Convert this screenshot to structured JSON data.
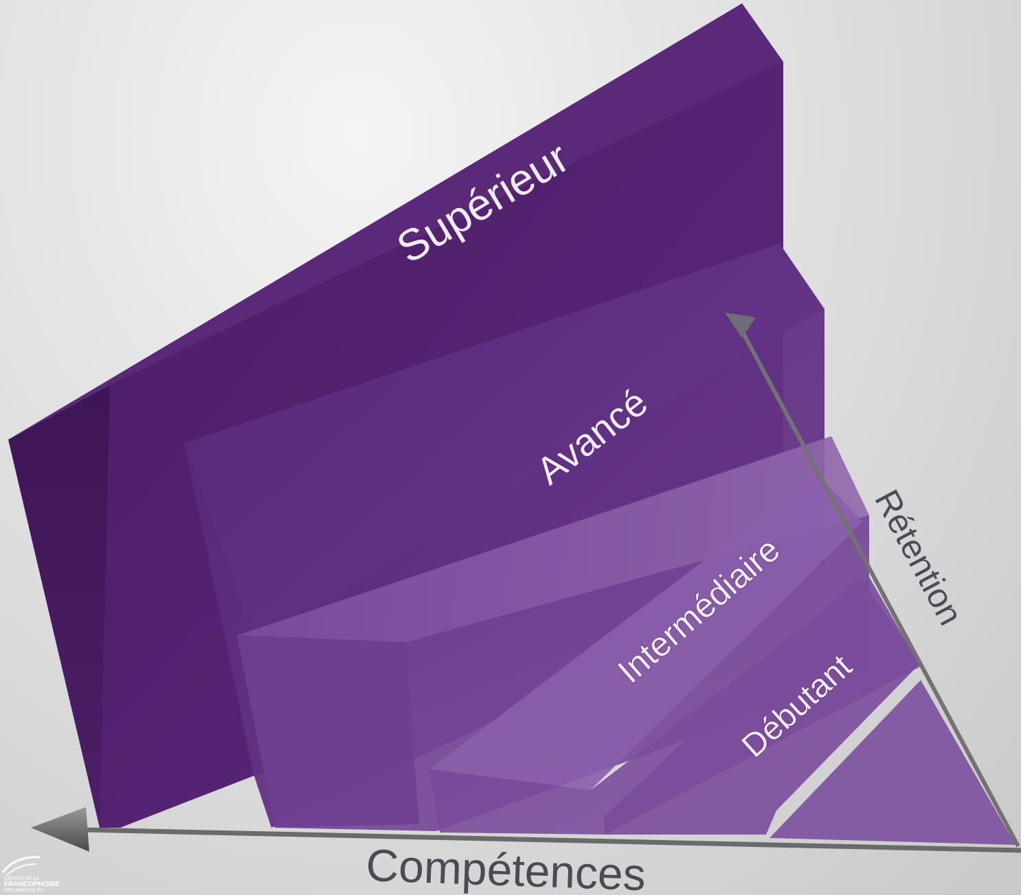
{
  "levels": [
    {
      "id": "superieur",
      "label": "Supérieur"
    },
    {
      "id": "avance",
      "label": "Avancé"
    },
    {
      "id": "intermediaire",
      "label": "Intermédiaire"
    },
    {
      "id": "debutant",
      "label": "Débutant"
    }
  ],
  "axes": {
    "x_label": "Compétences",
    "y_label": "Rétention"
  },
  "logo": {
    "line1": "CENTRE DE LA",
    "line2": "FRANCOPHONIE",
    "line3": "DES AMÉRIQUES"
  },
  "colors": {
    "purple_dark": "#4a1d66",
    "purple_mid": "#5e2e7e",
    "purple_light": "#7d4d9a",
    "axis": "#5c5c5c"
  }
}
